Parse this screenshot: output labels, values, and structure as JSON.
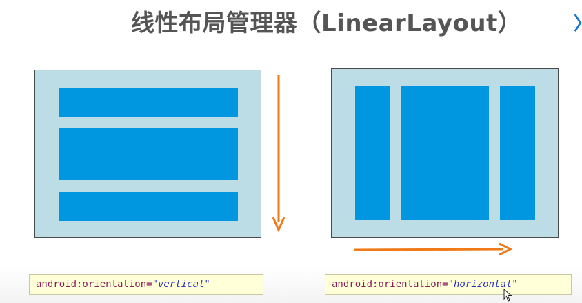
{
  "title": "线性布局管理器（LinearLayout）",
  "title_chevron": "〉",
  "vertical_example": {
    "code_attr": "android:orientation=",
    "code_value": "\"vertical\"",
    "blocks": [
      "block-1",
      "block-2",
      "block-3"
    ],
    "arrow_direction": "down"
  },
  "horizontal_example": {
    "code_attr": "android:orientation=",
    "code_value": "\"horizontal\"",
    "blocks": [
      "block-1",
      "block-2",
      "block-3"
    ],
    "arrow_direction": "right"
  },
  "colors": {
    "panel_bg": "#bcdde6",
    "block": "#0096e0",
    "arrow": "#f07a1a",
    "code_bg": "#ffffd8",
    "title": "#555555",
    "chevron": "#1a73d9"
  },
  "icons": {
    "cursor": "mouse-pointer-icon"
  }
}
